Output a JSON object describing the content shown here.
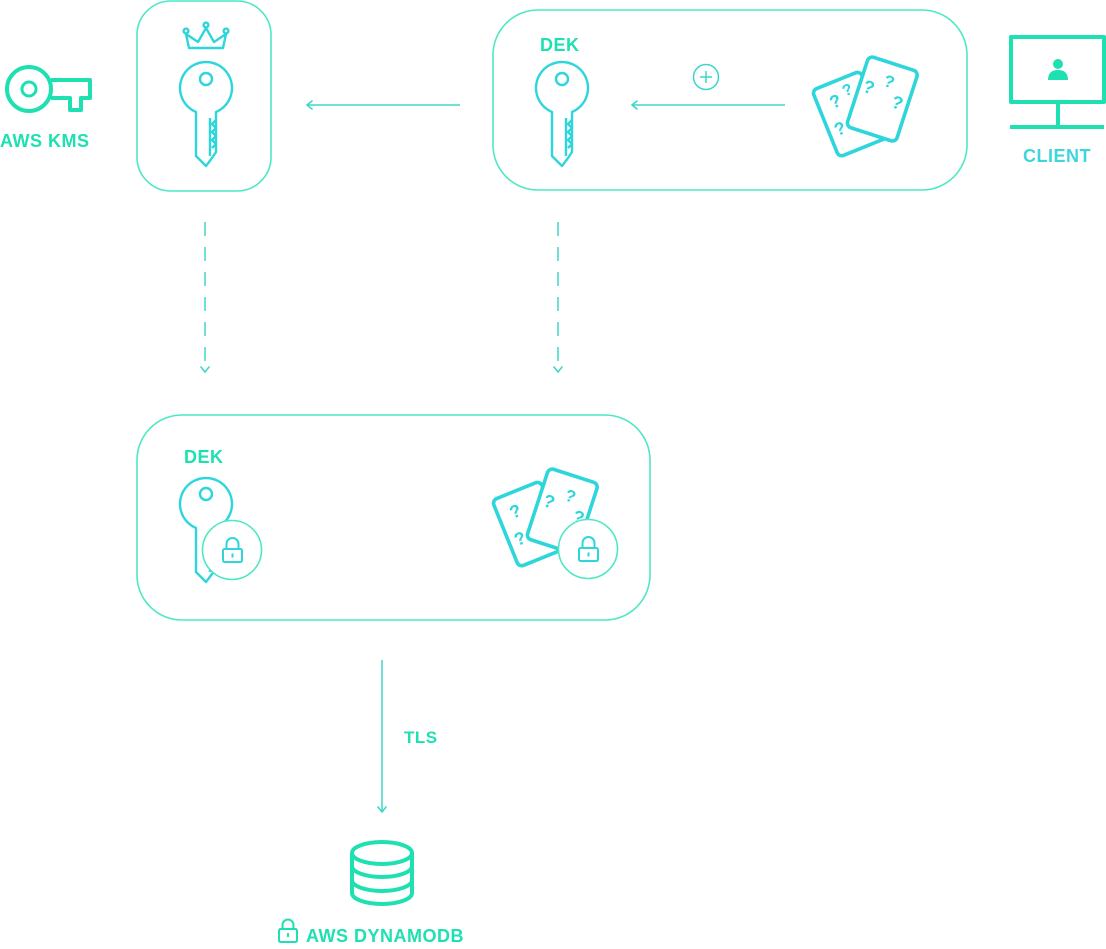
{
  "labels": {
    "aws_kms": "AWS KMS",
    "client": "CLIENT",
    "dek_top": "DEK",
    "dek_bottom": "DEK",
    "tls": "TLS",
    "aws_dynamodb": "AWS DYNAMODB"
  },
  "colors": {
    "primary": "#1ee0b0",
    "secondary": "#3ed6dc",
    "box_stroke": "#4ee8c4"
  }
}
